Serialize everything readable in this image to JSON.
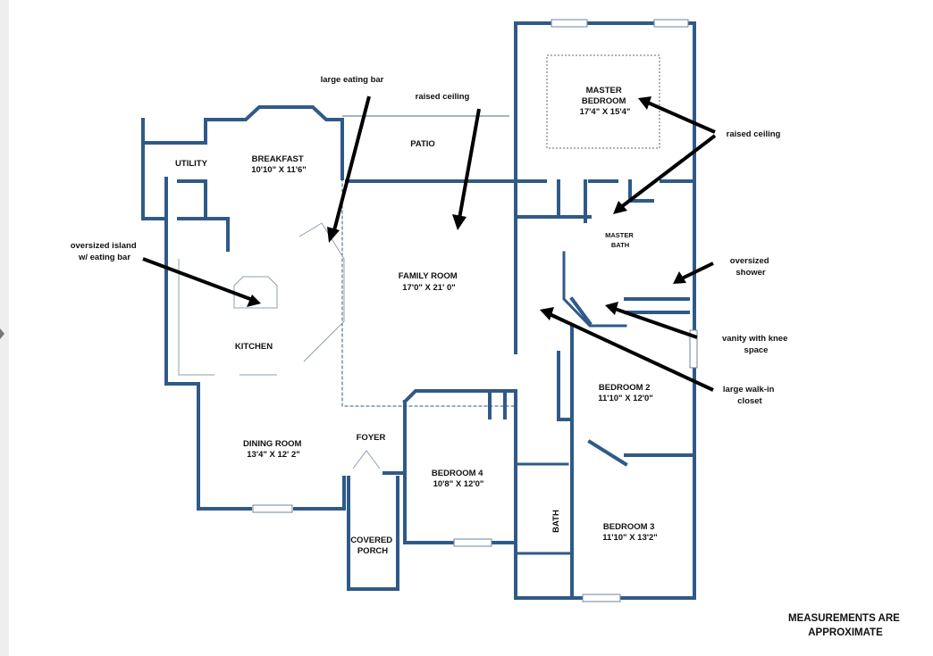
{
  "rooms": [
    {
      "id": "master-bedroom",
      "lines": [
        "MASTER",
        "BEDROOM",
        "17'4\" X 15'4\""
      ]
    },
    {
      "id": "breakfast",
      "lines": [
        "BREAKFAST",
        "10'10\" X 11'6\""
      ]
    },
    {
      "id": "utility",
      "lines": [
        "UTILITY"
      ]
    },
    {
      "id": "patio",
      "lines": [
        "PATIO"
      ]
    },
    {
      "id": "family-room",
      "lines": [
        "FAMILY ROOM",
        "17'0\" X 21' 0\""
      ]
    },
    {
      "id": "kitchen",
      "lines": [
        "KITCHEN"
      ]
    },
    {
      "id": "master-bath",
      "lines": [
        "MASTER",
        "BATH"
      ]
    },
    {
      "id": "dining-room",
      "lines": [
        "DINING ROOM",
        "13'4\" X 12' 2\""
      ]
    },
    {
      "id": "foyer",
      "lines": [
        "FOYER"
      ]
    },
    {
      "id": "bedroom-2",
      "lines": [
        "BEDROOM 2",
        "11'10\" X 12'0\""
      ]
    },
    {
      "id": "bedroom-4",
      "lines": [
        "BEDROOM 4",
        "10'8\" X 12'0\""
      ]
    },
    {
      "id": "bath",
      "lines": [
        "BATH"
      ]
    },
    {
      "id": "bedroom-3",
      "lines": [
        "BEDROOM 3",
        "11'10\" X 13'2\""
      ]
    },
    {
      "id": "covered-porch",
      "lines": [
        "COVERED",
        "PORCH"
      ]
    }
  ],
  "annotations": [
    {
      "id": "large-eating-bar",
      "lines": [
        "large eating bar"
      ]
    },
    {
      "id": "raised-ceiling-family",
      "lines": [
        "raised ceiling"
      ]
    },
    {
      "id": "raised-ceiling-master",
      "lines": [
        "raised ceiling"
      ]
    },
    {
      "id": "oversized-island",
      "lines": [
        "oversized island",
        "w/ eating bar"
      ]
    },
    {
      "id": "oversized-shower",
      "lines": [
        "oversized",
        "shower"
      ]
    },
    {
      "id": "vanity-knee-space",
      "lines": [
        "vanity with knee",
        "space"
      ]
    },
    {
      "id": "walk-in-closet",
      "lines": [
        "large walk-in",
        "closet"
      ]
    }
  ],
  "note": {
    "lines": [
      "MEASUREMENTS ARE",
      "APPROXIMATE"
    ]
  },
  "colors": {
    "wall": "#2f5a88",
    "arrow": "#000000",
    "text": "#111111"
  }
}
